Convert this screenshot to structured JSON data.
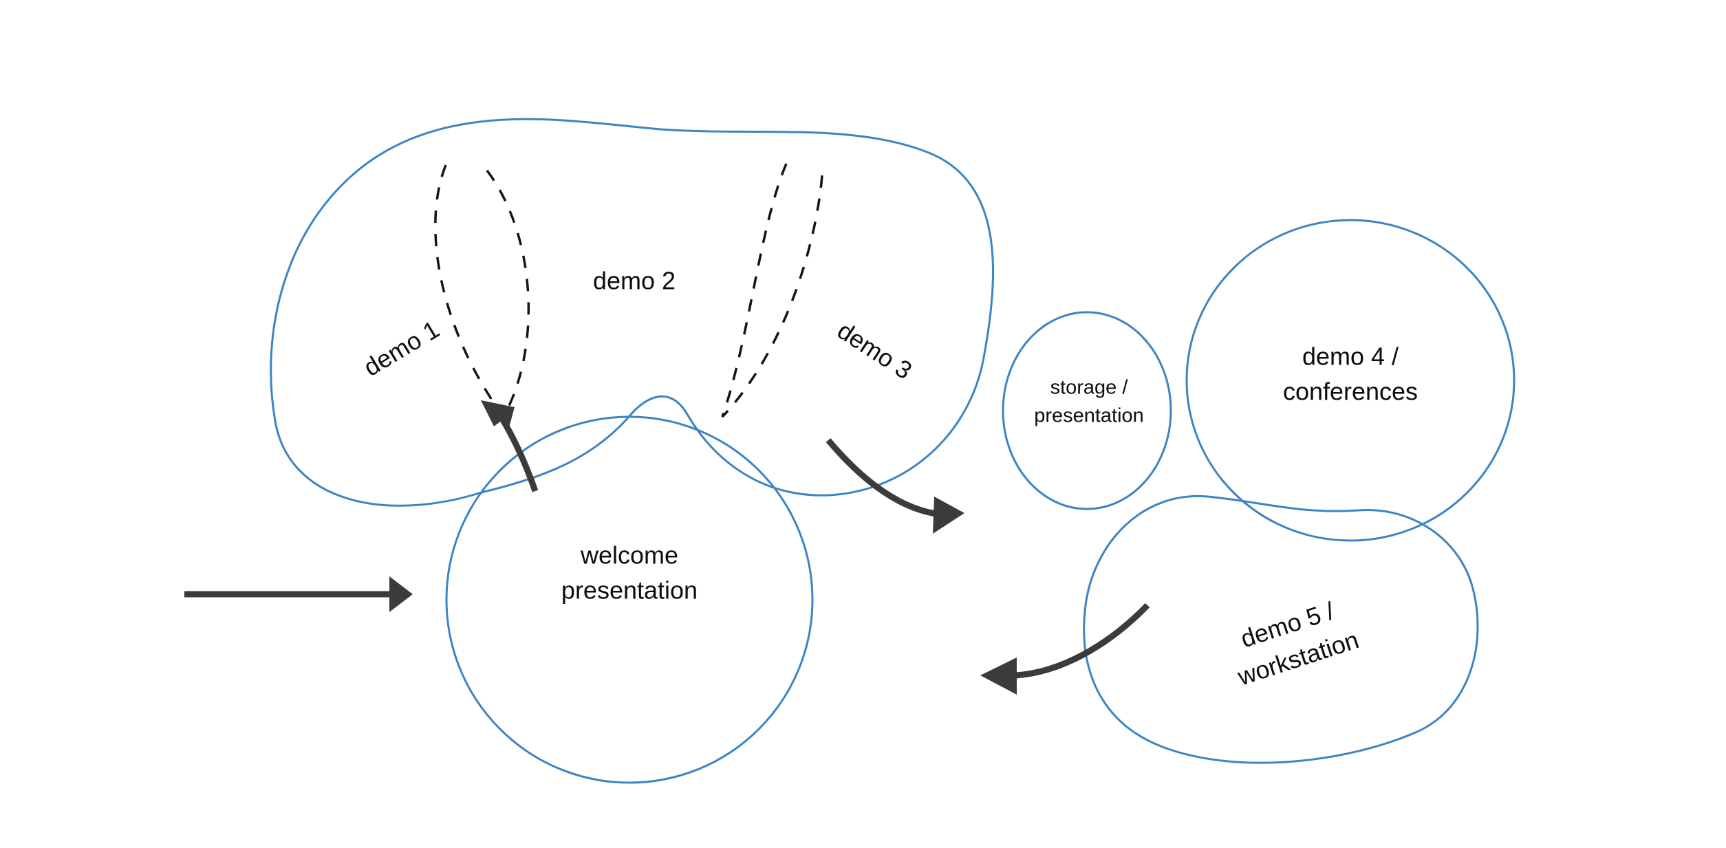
{
  "diagram": {
    "type": "floor-plan-sketch",
    "background_color": "#ffffff",
    "outline_color": "#3c84c4",
    "divider_color": "#141414",
    "arrow_color": "#3b3b3b",
    "text_color": "#0d0d0d"
  },
  "zones": {
    "demo1": {
      "label": "demo 1",
      "rotation": -31
    },
    "demo2": {
      "label": "demo 2",
      "rotation": 0
    },
    "demo3": {
      "label": "demo 3",
      "rotation": 33
    },
    "welcome": {
      "line1": "welcome",
      "line2": "presentation"
    },
    "storage": {
      "line1": "storage /",
      "line2": "presentation"
    },
    "demo4": {
      "line1": "demo 4 /",
      "line2": "conferences"
    },
    "demo5": {
      "line1": "demo 5 /",
      "line2": "workstation",
      "rotation": -18
    }
  },
  "flows": {
    "entry": {
      "name": "entry-arrow",
      "direction": "right"
    },
    "to_demo1": {
      "name": "welcome-to-demo1-arrow",
      "direction": "up-left"
    },
    "to_storage": {
      "name": "demo3-to-storage-arrow",
      "direction": "down-right"
    },
    "exit": {
      "name": "demo5-exit-arrow",
      "direction": "left"
    }
  }
}
